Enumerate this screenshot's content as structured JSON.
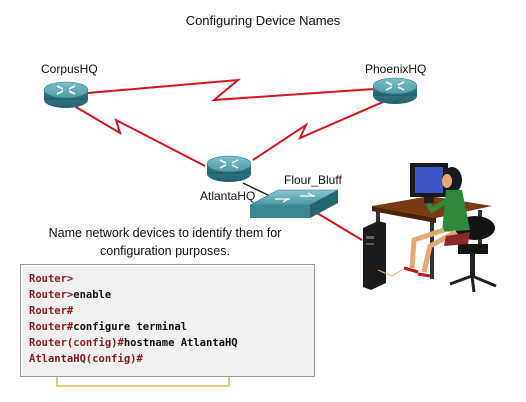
{
  "title": "Configuring Device Names",
  "devices": {
    "corpus": "CorpusHQ",
    "phoenix": "PhoenixHQ",
    "atlanta": "AtlantaHQ",
    "switch": "Flour_Bluff"
  },
  "description": [
    "Name network devices to identify them for",
    "configuration purposes."
  ],
  "cli": {
    "lines": [
      {
        "prompt": "Router>",
        "cmd": ""
      },
      {
        "prompt": "Router>",
        "cmd": "enable"
      },
      {
        "prompt": "Router#",
        "cmd": ""
      },
      {
        "prompt": "Router#",
        "cmd": "configure terminal"
      },
      {
        "prompt": "Router(config)#",
        "cmd": "hostname AtlantaHQ"
      },
      {
        "prompt": "AtlantaHQ(config)#",
        "cmd": ""
      }
    ]
  },
  "colors": {
    "link": "#d9141b",
    "router": "#3f8d9a",
    "callout": "#e8a53a",
    "prompt": "#8b1a1a"
  }
}
